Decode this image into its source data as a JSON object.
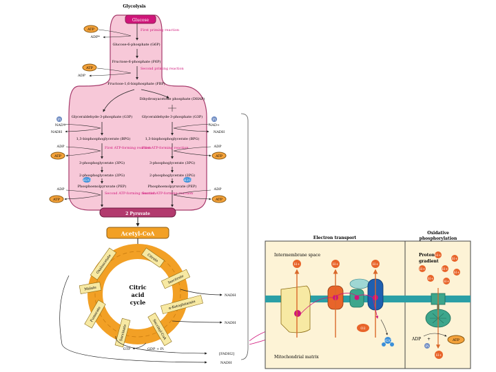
{
  "glycolysis": {
    "title": "Glycolysis",
    "glucose": "Glucose",
    "atp": "ATP",
    "adp": "ADP",
    "adp_star": "ADP*",
    "first_priming": "First priming reaction",
    "g6p": "Glucose-6-phosphate (G6P)",
    "f6p": "Fructose-6-phosphate (F6P)",
    "second_priming": "Second priming reaction",
    "fbp": "Fructose-1,6-bisphosphate (FBP)",
    "dhap": "Dihydroxyacetone phosphate (DHAP)",
    "g3p": "Glyceraldehyde-3-phosphate (G3P)",
    "pi": "Pi",
    "nad": "NAD+",
    "nadh": "NADH",
    "bpg13": "1,3-bisphosphoglycerate (BPG)",
    "first_atp_forming": "First ATP-forming reaction",
    "pg3": "3-phosphoglycerate (3PG)",
    "pg2": "2-phosphoglycerate (2PG)",
    "h2o": "H2O",
    "pep": "Phosphoenolpyruvate (PEP)",
    "second_atp_forming": "Second ATP-forming reaction",
    "pyruvate": "2 Pyruvate"
  },
  "krebs": {
    "acetyl_coa": "Acetyl-CoA",
    "title_line1": "Citric",
    "title_line2": "acid",
    "title_line3": "cycle",
    "oxaloacetate": "Oxaloacetate",
    "citrate": "Citrate",
    "isocitrate": "Isocitrate",
    "akg": "α-Ketoglutarate",
    "succinyl_coa": "Succinyl-CoA",
    "succinate": "Succinate",
    "fumarate": "Fumarate",
    "malate": "Malate",
    "nadh_label": "NADH",
    "gtp": "GTP",
    "gdp": "GDP + Pi",
    "fadh2": "[FADH2]",
    "nadh_bottom": "NADH"
  },
  "mito": {
    "electron_transport": "Electron transport",
    "oxidative_line1": "Oxidative",
    "oxidative_line2": "phosphorylation",
    "intermembrane": "Intermembrane space",
    "matrix": "Mitochondrial matrix",
    "h_plus": "H+",
    "o2": "O2",
    "h2o": "H2O",
    "proton_line1": "Proton",
    "proton_line2": "gradient",
    "adp": "ADP",
    "plus": "+",
    "pi": "Pi",
    "atp": "ATP"
  },
  "colors": {
    "pink_fill": "#f7c8d8",
    "pink_stroke": "#a63a6b",
    "magenta_text": "#d0157a",
    "atp_orange": "#f4a23a",
    "cycle_orange": "#f2a025",
    "enzyme_yellow": "#f7e9a3",
    "membrane_teal": "#2b9fa6",
    "mito_bg": "#fdf3d6",
    "proton_red": "#e8642a",
    "atp_synthase": "#3da68c"
  }
}
